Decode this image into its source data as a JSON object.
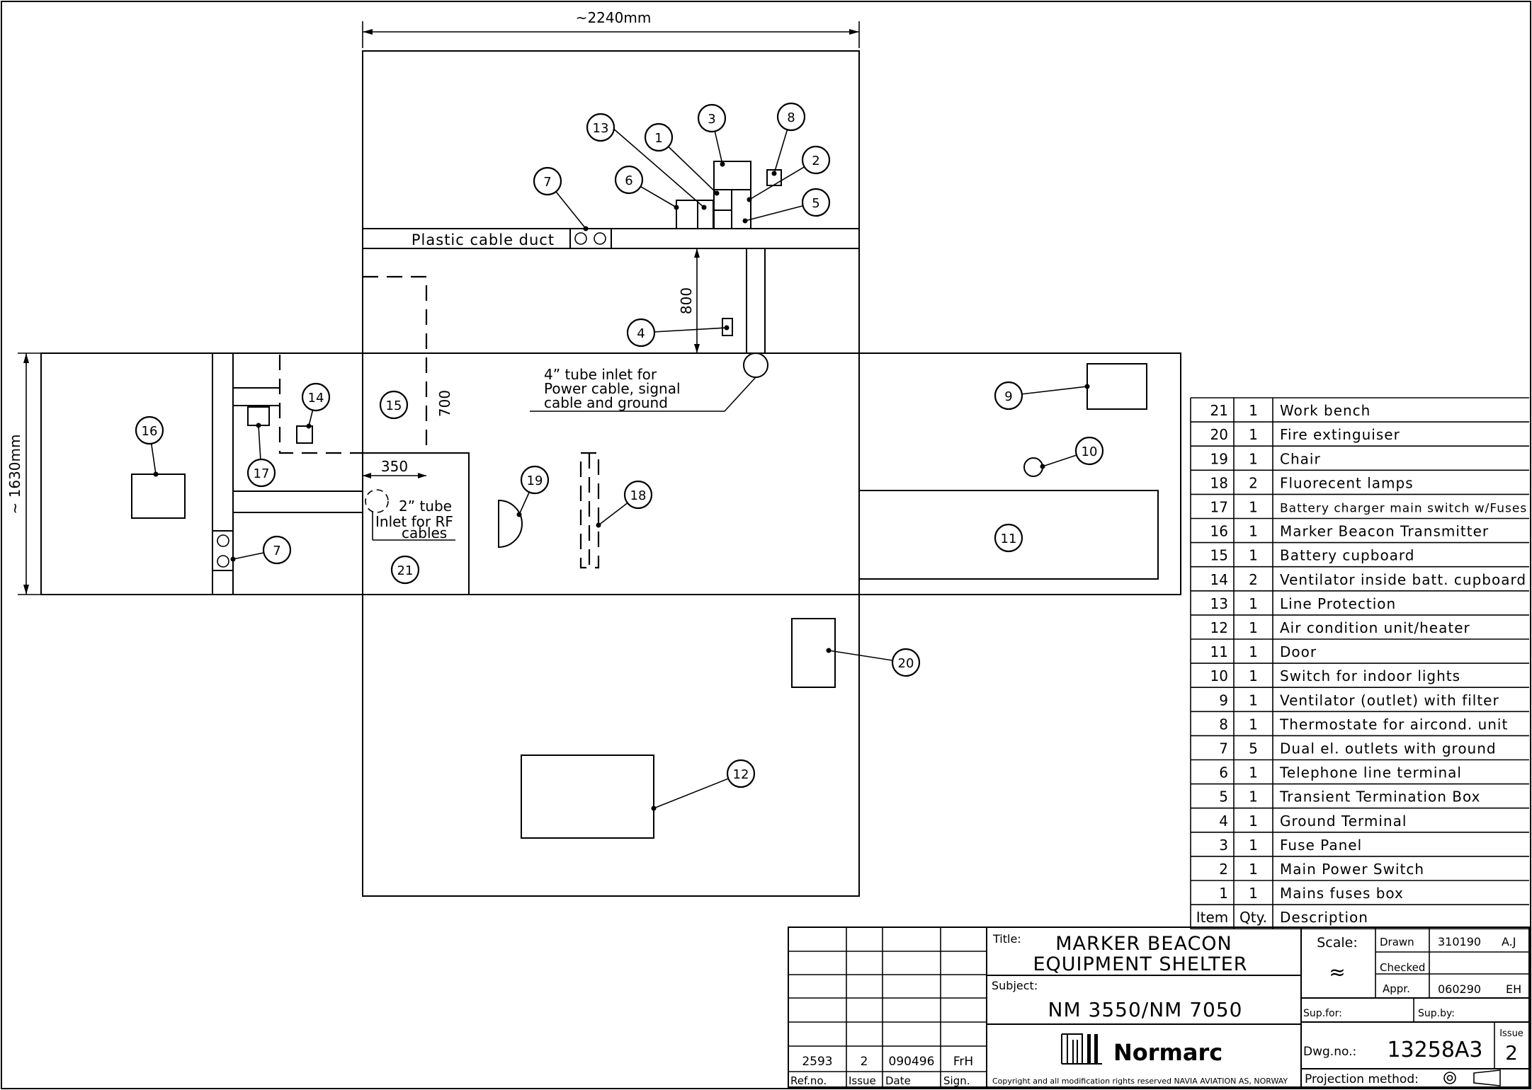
{
  "dimensions": {
    "width_label": "~2240mm",
    "height_label": "~ 1630mm",
    "dim_800": "800",
    "dim_700": "700",
    "dim_350": "350"
  },
  "annotations": {
    "cable_duct": "Plastic cable duct",
    "tube4_line1": "4” tube inlet for",
    "tube4_line2": "Power cable, signal",
    "tube4_line3": "cable and ground",
    "tube2_line1": "2” tube",
    "tube2_line2": "Inlet for RF",
    "tube2_line3": "cables"
  },
  "callouts": [
    "1",
    "2",
    "3",
    "4",
    "5",
    "6",
    "7",
    "8",
    "9",
    "10",
    "11",
    "12",
    "13",
    "14",
    "15",
    "16",
    "17",
    "18",
    "19",
    "20",
    "21"
  ],
  "parts_list": {
    "header": {
      "item": "Item",
      "qty": "Qty.",
      "description": "Description"
    },
    "rows": [
      {
        "item": "21",
        "qty": "1",
        "description": "Work bench"
      },
      {
        "item": "20",
        "qty": "1",
        "description": "Fire extinguiser"
      },
      {
        "item": "19",
        "qty": "1",
        "description": "Chair"
      },
      {
        "item": "18",
        "qty": "2",
        "description": "Fluorecent lamps"
      },
      {
        "item": "17",
        "qty": "1",
        "description": "Battery charger main switch w/Fuses"
      },
      {
        "item": "16",
        "qty": "1",
        "description": "Marker Beacon Transmitter"
      },
      {
        "item": "15",
        "qty": "1",
        "description": "Battery cupboard"
      },
      {
        "item": "14",
        "qty": "2",
        "description": "Ventilator inside batt. cupboard"
      },
      {
        "item": "13",
        "qty": "1",
        "description": "Line Protection"
      },
      {
        "item": "12",
        "qty": "1",
        "description": "Air condition unit/heater"
      },
      {
        "item": "11",
        "qty": "1",
        "description": "Door"
      },
      {
        "item": "10",
        "qty": "1",
        "description": "Switch for indoor lights"
      },
      {
        "item": "9",
        "qty": "1",
        "description": "Ventilator (outlet) with filter"
      },
      {
        "item": "8",
        "qty": "1",
        "description": "Thermostate for aircond. unit"
      },
      {
        "item": "7",
        "qty": "5",
        "description": "Dual el. outlets with ground"
      },
      {
        "item": "6",
        "qty": "1",
        "description": "Telephone line terminal"
      },
      {
        "item": "5",
        "qty": "1",
        "description": "Transient Termination Box"
      },
      {
        "item": "4",
        "qty": "1",
        "description": "Ground Terminal"
      },
      {
        "item": "3",
        "qty": "1",
        "description": "Fuse Panel"
      },
      {
        "item": "2",
        "qty": "1",
        "description": "Main Power Switch"
      },
      {
        "item": "1",
        "qty": "1",
        "description": "Mains fuses box"
      }
    ]
  },
  "title_block": {
    "title_label": "Title:",
    "title_line1": "MARKER BEACON",
    "title_line2": "EQUIPMENT SHELTER",
    "subject_label": "Subject:",
    "subject": "NM 3550/NM 7050",
    "scale_label": "Scale:",
    "scale_value": "≈",
    "drawn_label": "Drawn",
    "drawn_date": "310190",
    "drawn_by": "A.J",
    "checked_label": "Checked",
    "appr_label": "Appr.",
    "appr_date": "060290",
    "appr_by": "EH",
    "supfor_label": "Sup.for:",
    "supby_label": "Sup.by:",
    "dwgno_label": "Dwg.no.:",
    "dwgno": "13258A3",
    "issue_label": "Issue",
    "issue": "2",
    "projection_label": "Projection method:",
    "company": "Normarc",
    "copyright": "Copyright and all modification rights reserved NAVIA AVIATION AS, NORWAY",
    "revision": {
      "ref": "2593",
      "issue": "2",
      "date": "090496",
      "sign": "FrH"
    },
    "rev_headers": {
      "ref": "Ref.no.",
      "issue": "Issue",
      "date": "Date",
      "sign": "Sign."
    }
  }
}
